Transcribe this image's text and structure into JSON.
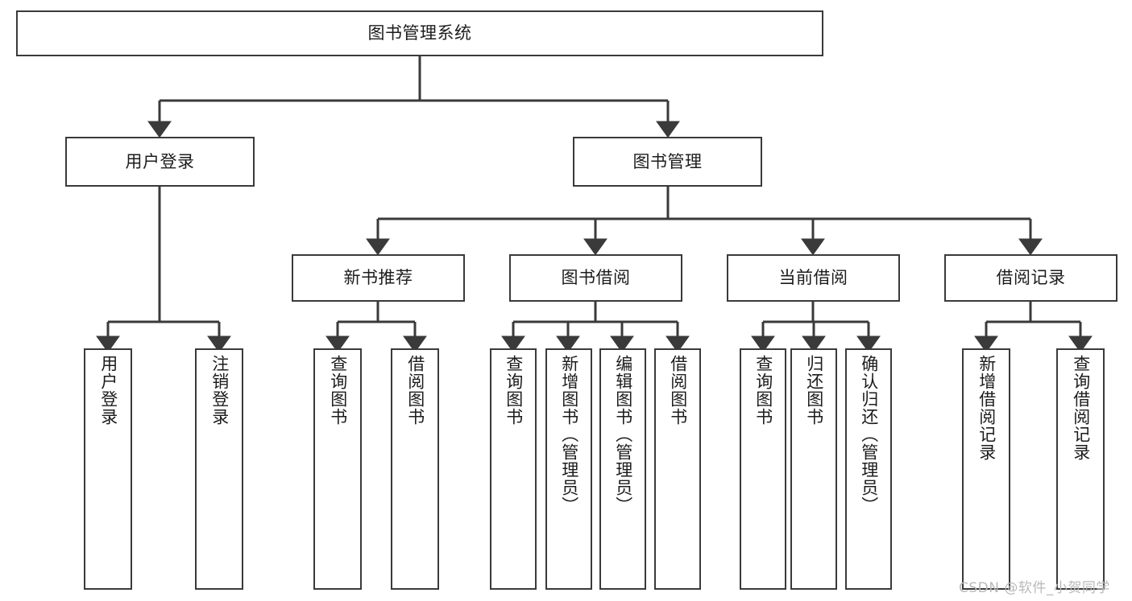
{
  "diagram": {
    "title": "图书管理系统",
    "watermark": "CSDN @软件_小贺同学",
    "levels": {
      "root": "图书管理系统",
      "level2": [
        "用户登录",
        "图书管理"
      ],
      "level3": [
        "新书推荐",
        "图书借阅",
        "当前借阅",
        "借阅记录"
      ]
    },
    "nodes": {
      "root": {
        "label": "图书管理系统"
      },
      "user_login": {
        "label": "用户登录"
      },
      "book_mgmt": {
        "label": "图书管理"
      },
      "new_book_rec": {
        "label": "新书推荐"
      },
      "book_borrow": {
        "label": "图书借阅"
      },
      "current_borrow": {
        "label": "当前借阅"
      },
      "borrow_record": {
        "label": "借阅记录"
      },
      "leaf_user_login": {
        "label": "用户登录"
      },
      "leaf_logout": {
        "label": "注销登录"
      },
      "leaf_query_book_1": {
        "label": "查询图书"
      },
      "leaf_borrow_book_1": {
        "label": "借阅图书"
      },
      "leaf_query_book_2": {
        "label": "查询图书"
      },
      "leaf_add_book": {
        "label": "新增图书（管理员）"
      },
      "leaf_edit_book": {
        "label": "编辑图书（管理员）"
      },
      "leaf_borrow_book_2": {
        "label": "借阅图书"
      },
      "leaf_query_book_3": {
        "label": "查询图书"
      },
      "leaf_return_book": {
        "label": "归还图书"
      },
      "leaf_confirm_return": {
        "label": "确认归还（管理员）"
      },
      "leaf_add_record": {
        "label": "新增借阅记录"
      },
      "leaf_query_record": {
        "label": "查询借阅记录"
      }
    },
    "colors": {
      "stroke": "#3a3a3a",
      "fill": "#ffffff",
      "text": "#1c1c1c",
      "watermark": "#b9b9b9"
    }
  }
}
